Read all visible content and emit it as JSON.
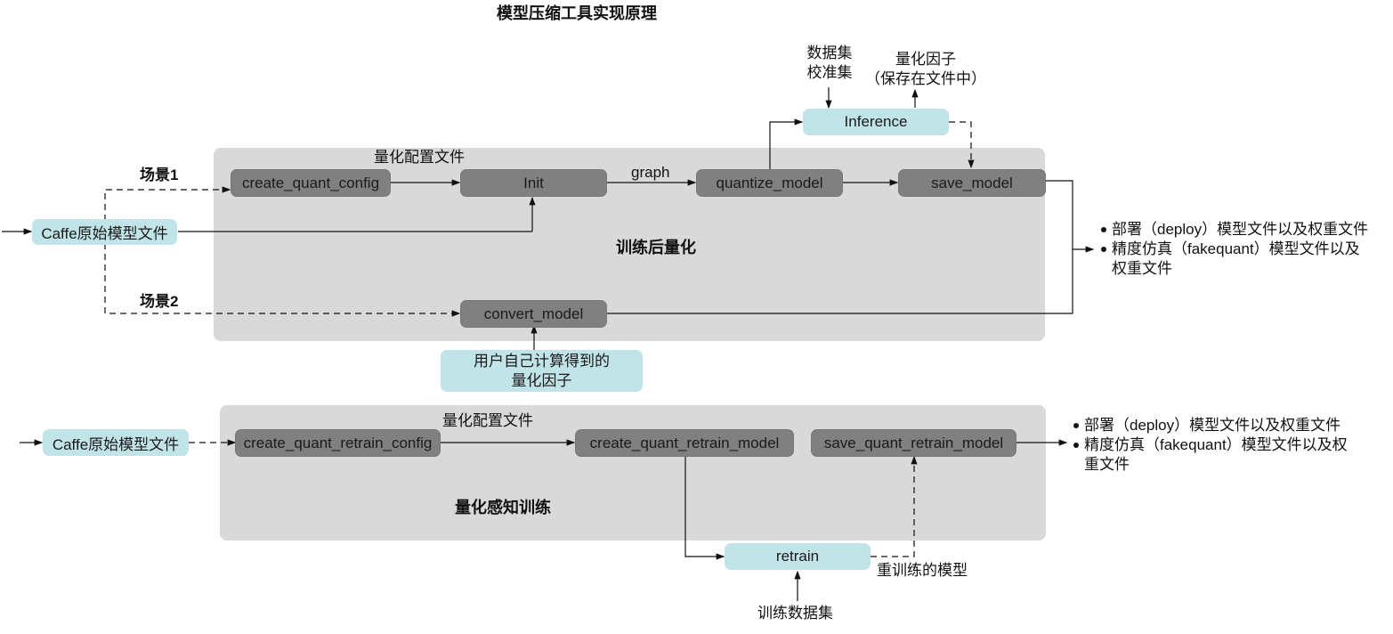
{
  "title": "模型压缩工具实现原理",
  "colors": {
    "panel": "#d9d9d9",
    "dark_node": "#808080",
    "light_node": "#c1e4e8",
    "line": "#111111"
  },
  "ptq": {
    "section_label": "训练后量化",
    "input": "Caffe原始模型文件",
    "scenario1": "场景1",
    "scenario2": "场景2",
    "nodes": {
      "create_quant_config": "create_quant_config",
      "init": "Init",
      "quantize_model": "quantize_model",
      "save_model": "save_model",
      "convert_model": "convert_model",
      "inference": "Inference"
    },
    "edge_labels": {
      "config_file": "量化配置文件",
      "graph": "graph",
      "dataset_line1": "数据集",
      "dataset_line2": "校准集",
      "factor_line1": "量化因子",
      "factor_line2": "（保存在文件中）"
    },
    "user_factor_line1": "用户自己计算得到的",
    "user_factor_line2": "量化因子",
    "outputs": [
      "部署（deploy）模型文件以及权重文件",
      "精度仿真（fakequant）模型文件以及",
      "权重文件"
    ]
  },
  "qat": {
    "section_label": "量化感知训练",
    "input": "Caffe原始模型文件",
    "nodes": {
      "create_config": "create_quant_retrain_config",
      "create_model": "create_quant_retrain_model",
      "save_model": "save_quant_retrain_model",
      "retrain": "retrain"
    },
    "edge_labels": {
      "config_file": "量化配置文件",
      "retrained_model": "重训练的模型",
      "train_dataset": "训练数据集"
    },
    "outputs": [
      "部署（deploy）模型文件以及权重文件",
      "精度仿真（fakequant）模型文件以及权",
      "重文件"
    ]
  }
}
